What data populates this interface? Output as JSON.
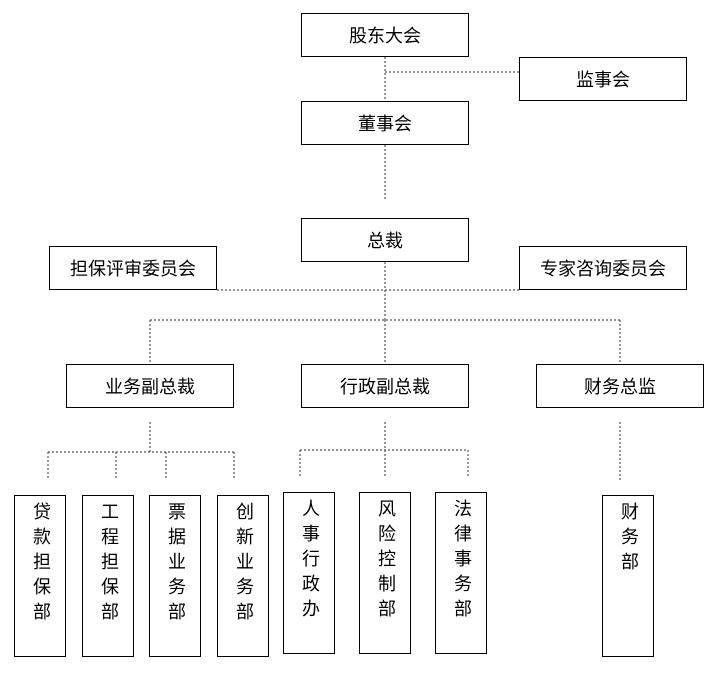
{
  "org": {
    "shareholders": "股东大会",
    "supervisors": "监事会",
    "board": "董事会",
    "president": "总裁",
    "guarantee_committee": "担保评审委员会",
    "expert_committee": "专家咨询委员会",
    "vp_business": "业务副总裁",
    "vp_admin": "行政副总裁",
    "finance_director": "财务总监",
    "departments": {
      "loan_guarantee": "贷款担保部",
      "project_guarantee": "工程担保部",
      "bill_business": "票据业务部",
      "innovation_business": "创新业务部",
      "hr_admin": "人事行政办",
      "risk_control": "风险控制部",
      "legal_affairs": "法律事务部",
      "finance_dept": "财务部"
    }
  }
}
